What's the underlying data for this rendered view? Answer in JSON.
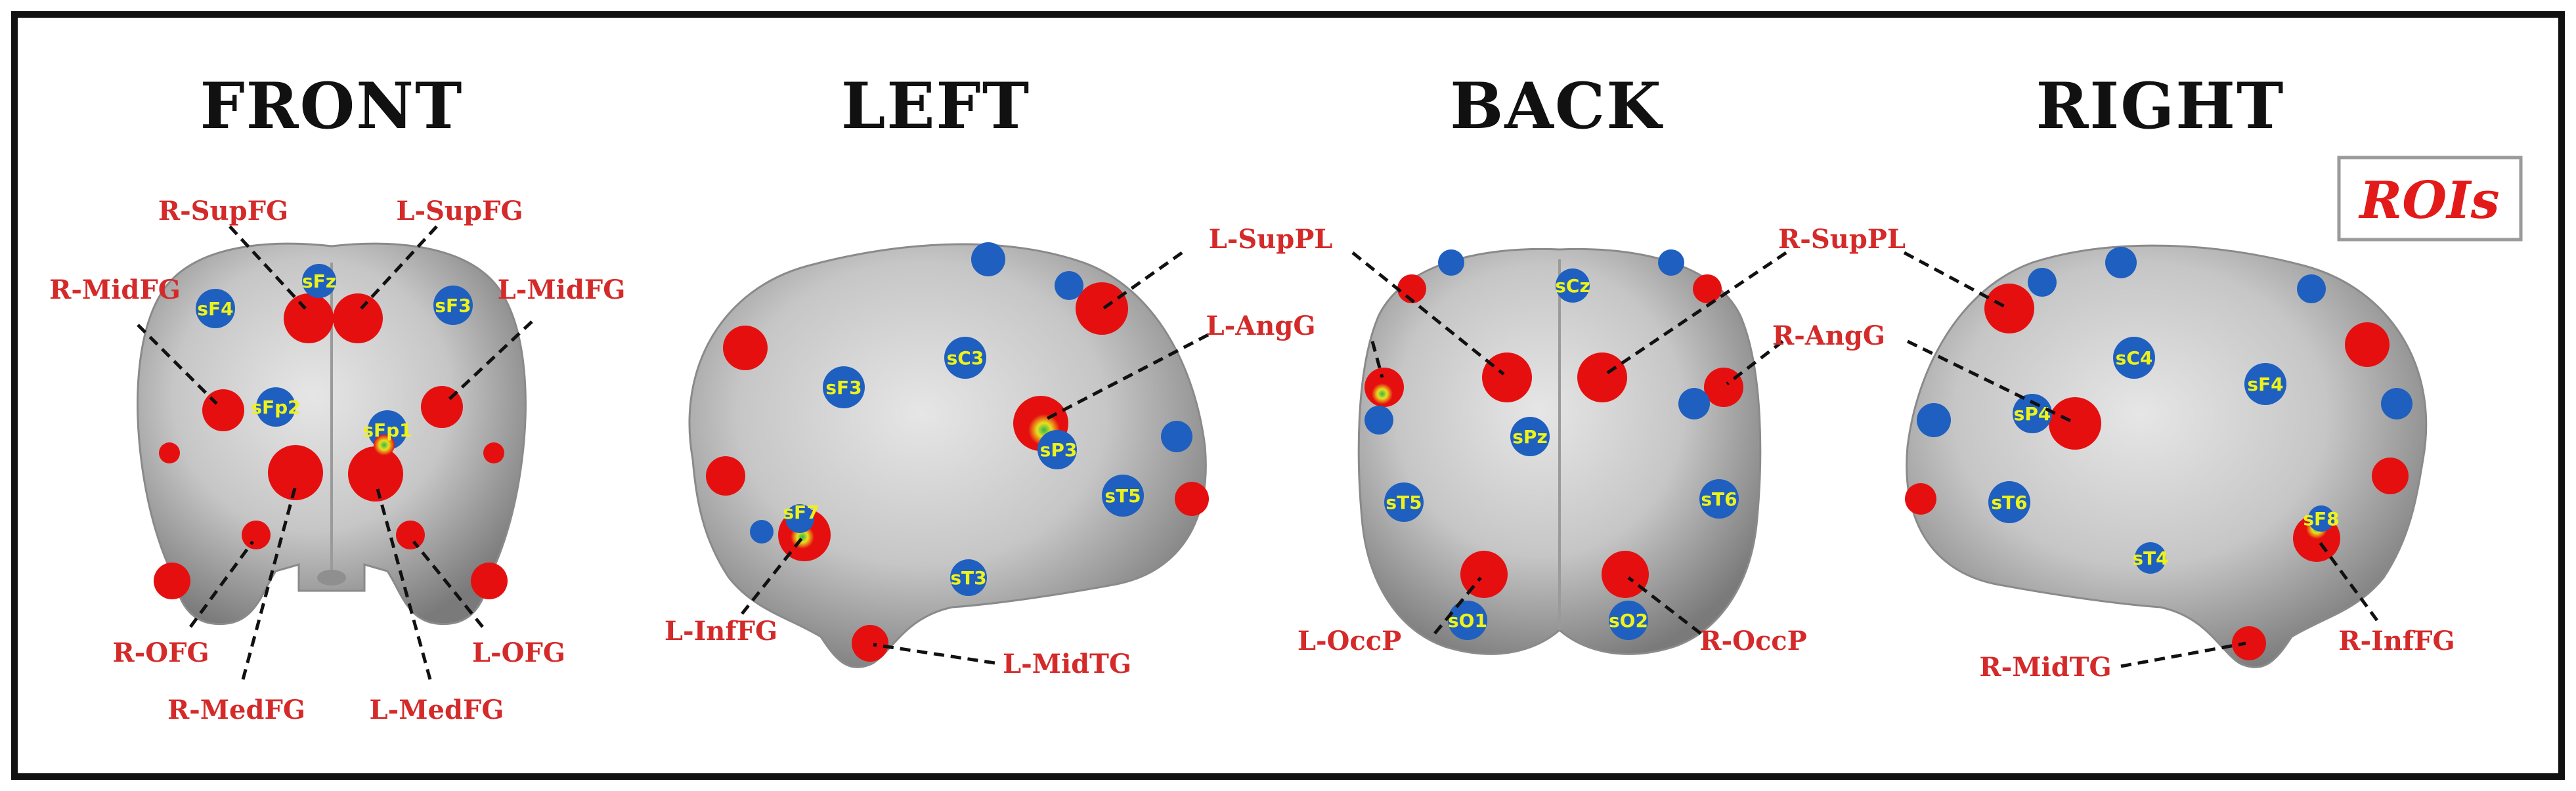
{
  "views": [
    {
      "title": "FRONT"
    },
    {
      "title": "LEFT"
    },
    {
      "title": "BACK"
    },
    {
      "title": "RIGHT"
    }
  ],
  "legend": {
    "text": "ROIs"
  },
  "colors": {
    "roi": "#e60f0f",
    "sensor": "#1e5fbf",
    "sensor_label": "#eef21a",
    "roi_label": "#d42a2a",
    "brain": "#c8c8c8"
  },
  "front": {
    "roi_labels": [
      "R-SupFG",
      "L-SupFG",
      "R-MidFG",
      "L-MidFG",
      "R-OFG",
      "L-OFG",
      "R-MedFG",
      "L-MedFG"
    ],
    "sensor_labels": [
      "sFz",
      "sF4",
      "sF3",
      "sFp2",
      "sFp1"
    ]
  },
  "left": {
    "roi_labels": [
      "L-SupPL",
      "L-AngG",
      "L-InfFG",
      "L-MidTG"
    ],
    "sensor_labels": [
      "sC3",
      "sF3",
      "sP3",
      "sT5",
      "sF7",
      "sT3"
    ]
  },
  "back": {
    "roi_labels": [
      "R-SupPL",
      "R-AngG",
      "L-OccP",
      "R-OccP"
    ],
    "sensor_labels": [
      "sCz",
      "sPz",
      "sT5",
      "sT6",
      "sO1",
      "sO2"
    ]
  },
  "right": {
    "roi_labels": [
      "R-MidTG",
      "R-InfFG"
    ],
    "sensor_labels": [
      "sC4",
      "sP4",
      "sF4",
      "sT6",
      "sT4",
      "sF8"
    ]
  }
}
